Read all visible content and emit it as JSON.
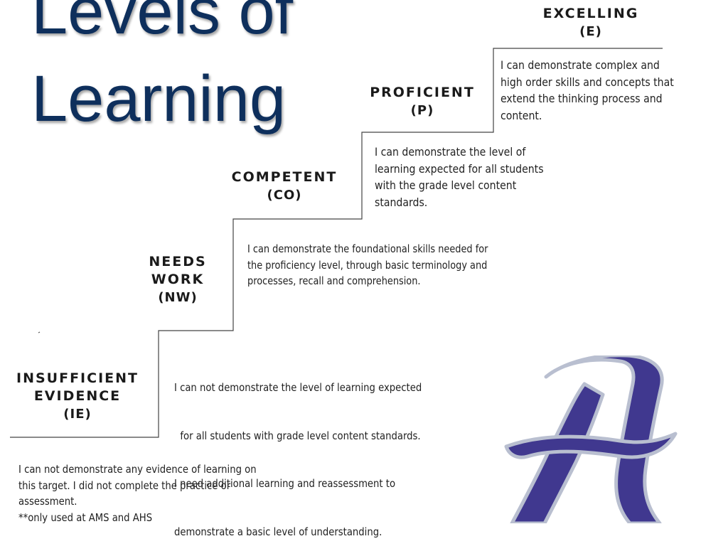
{
  "title": {
    "line1": "Levels of",
    "line2": "Learning"
  },
  "levels": [
    {
      "key": "ie",
      "name_lines": [
        "Insufficient",
        "Evidence"
      ],
      "abbr": "(IE)",
      "description": [
        "I can not demonstrate any evidence of learning on",
        "this target.  I did not complete the practice or",
        "assessment.",
        "**only used at AMS and AHS"
      ]
    },
    {
      "key": "nw",
      "name_lines": [
        "Needs",
        "Work"
      ],
      "abbr": "(NW)",
      "description": [
        "I can not demonstrate the level of learning expected",
        "  for all students with grade level content standards.",
        "I need additional learning and reassessment to",
        "demonstrate a basic level of understanding."
      ]
    },
    {
      "key": "co",
      "name_lines": [
        "Competent"
      ],
      "abbr": "(CO)",
      "description": [
        "I can demonstrate the foundational skills needed for",
        "the proficiency level, through basic terminology and",
        "processes, recall and comprehension."
      ]
    },
    {
      "key": "p",
      "name_lines": [
        "Proficient"
      ],
      "abbr": "(P)",
      "description": [
        "I can demonstrate the level of",
        "learning expected for all students",
        "with the grade level content",
        "standards."
      ]
    },
    {
      "key": "e",
      "name_lines": [
        "Excelling"
      ],
      "abbr": "(E)",
      "description": [
        "I can demonstrate complex and",
        "high order skills and concepts that",
        "extend the thinking process and",
        "content."
      ]
    }
  ],
  "colors": {
    "title": "#0e2f5c",
    "logo_fill": "#40388f",
    "logo_outline": "#b9bfd0",
    "step_line": "#444444"
  },
  "logo": {
    "icon": "script-letter-a-logo",
    "letter": "A"
  }
}
